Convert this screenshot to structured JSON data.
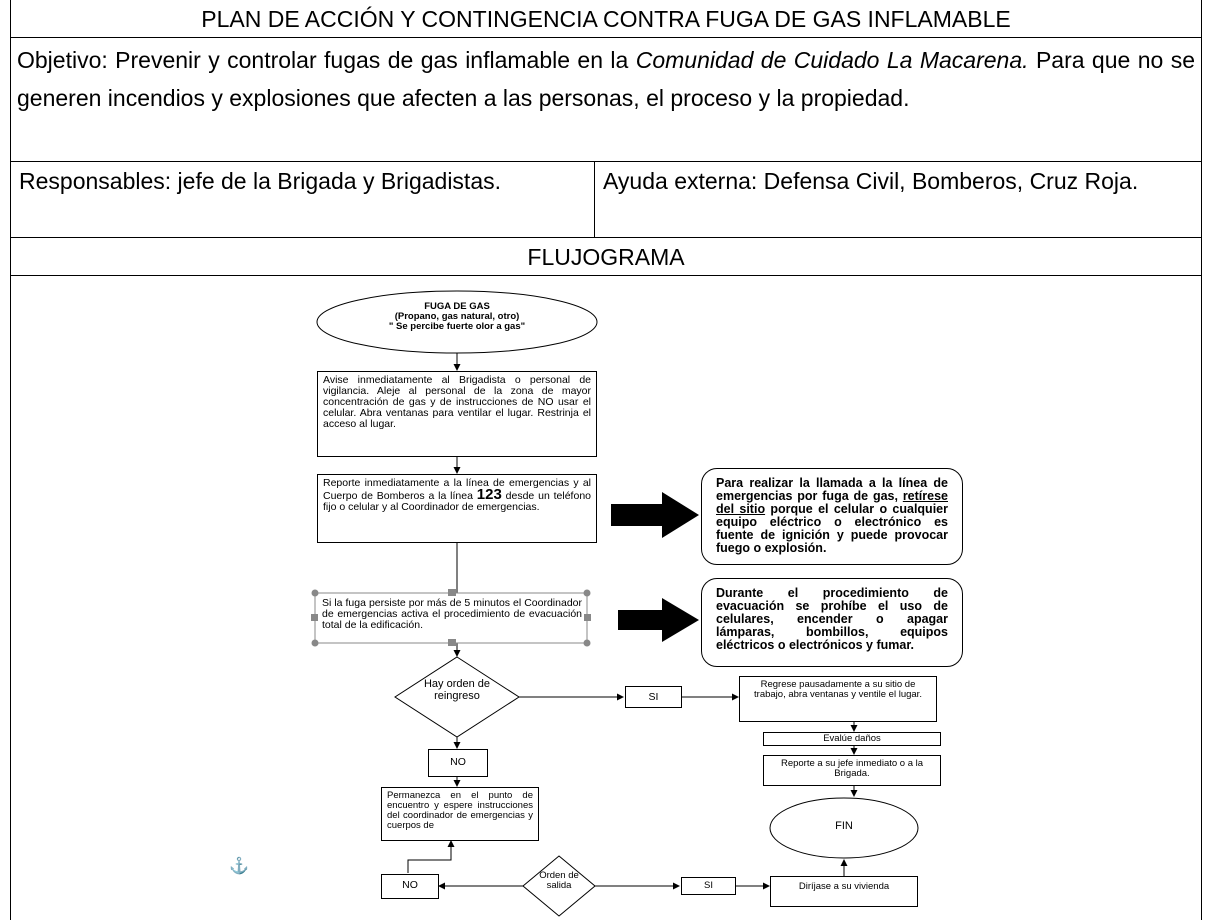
{
  "title": "PLAN DE ACCIÓN Y CONTINGENCIA CONTRA FUGA DE GAS INFLAMABLE",
  "objective": {
    "prefix": "Objetivo: Prevenir y controlar fugas de gas inflamable en la ",
    "place": "Comunidad de Cuidado La Macarena.",
    "suffix": " Para que no se generen incendios y explosiones que afecten a las personas, el proceso y la propiedad."
  },
  "responsables": "Responsables: jefe de la Brigada y Brigadistas.",
  "ayuda_externa": "Ayuda externa: Defensa Civil, Bomberos, Cruz Roja.",
  "flujograma_heading": "FLUJOGRAMA",
  "flowchart": {
    "start_title": "FUGA DE GAS",
    "start_sub": "(Propano, gas natural, otro)",
    "start_quote": "\" Se percibe fuerte olor a gas\"",
    "step1": "Avise inmediatamente al Brigadista o personal de vigilancia. Aleje al personal de la zona de mayor concentración de gas y de instrucciones de NO usar el celular. Abra ventanas para ventilar el lugar. Restrinja el acceso al lugar.",
    "step2_a": "Reporte inmediatamente a la línea de emergencias y al Cuerpo de Bomberos a la línea ",
    "step2_num": "123",
    "step2_b": " desde un teléfono fijo o celular y al Coordinador de emergencias.",
    "note1_a": "Para realizar la llamada a la línea de emergencias por fuga de gas, ",
    "note1_u": "retírese del sitio",
    "note1_b": " porque el celular o cualquier equipo eléctrico o electrónico es fuente de ignición y puede provocar fuego o explosión.",
    "step3": "Si la fuga persiste por más de 5 minutos el Coordinador de emergencias activa el procedimiento de evacuación total de la edificación.",
    "note2": "Durante el procedimiento de evacuación se prohíbe el uso de celulares, encender o apagar lámparas, bombillos, equipos eléctricos o electrónicos y fumar.",
    "decision1": "Hay orden de reingreso",
    "si_label": "SI",
    "no_label": "NO",
    "reentry": "Regrese pausadamente a su sitio de trabajo, abra ventanas y ventile el lugar.",
    "evaluate": "Evalúe daños",
    "report": "Reporte a su jefe inmediato o a la Brigada.",
    "end": "FIN",
    "wait": "Permanezca en el punto de encuentro y espere instrucciones del coordinador de emergencias y cuerpos de",
    "decision2": "Orden de salida",
    "go_home": "Diríjase a su vivienda"
  }
}
